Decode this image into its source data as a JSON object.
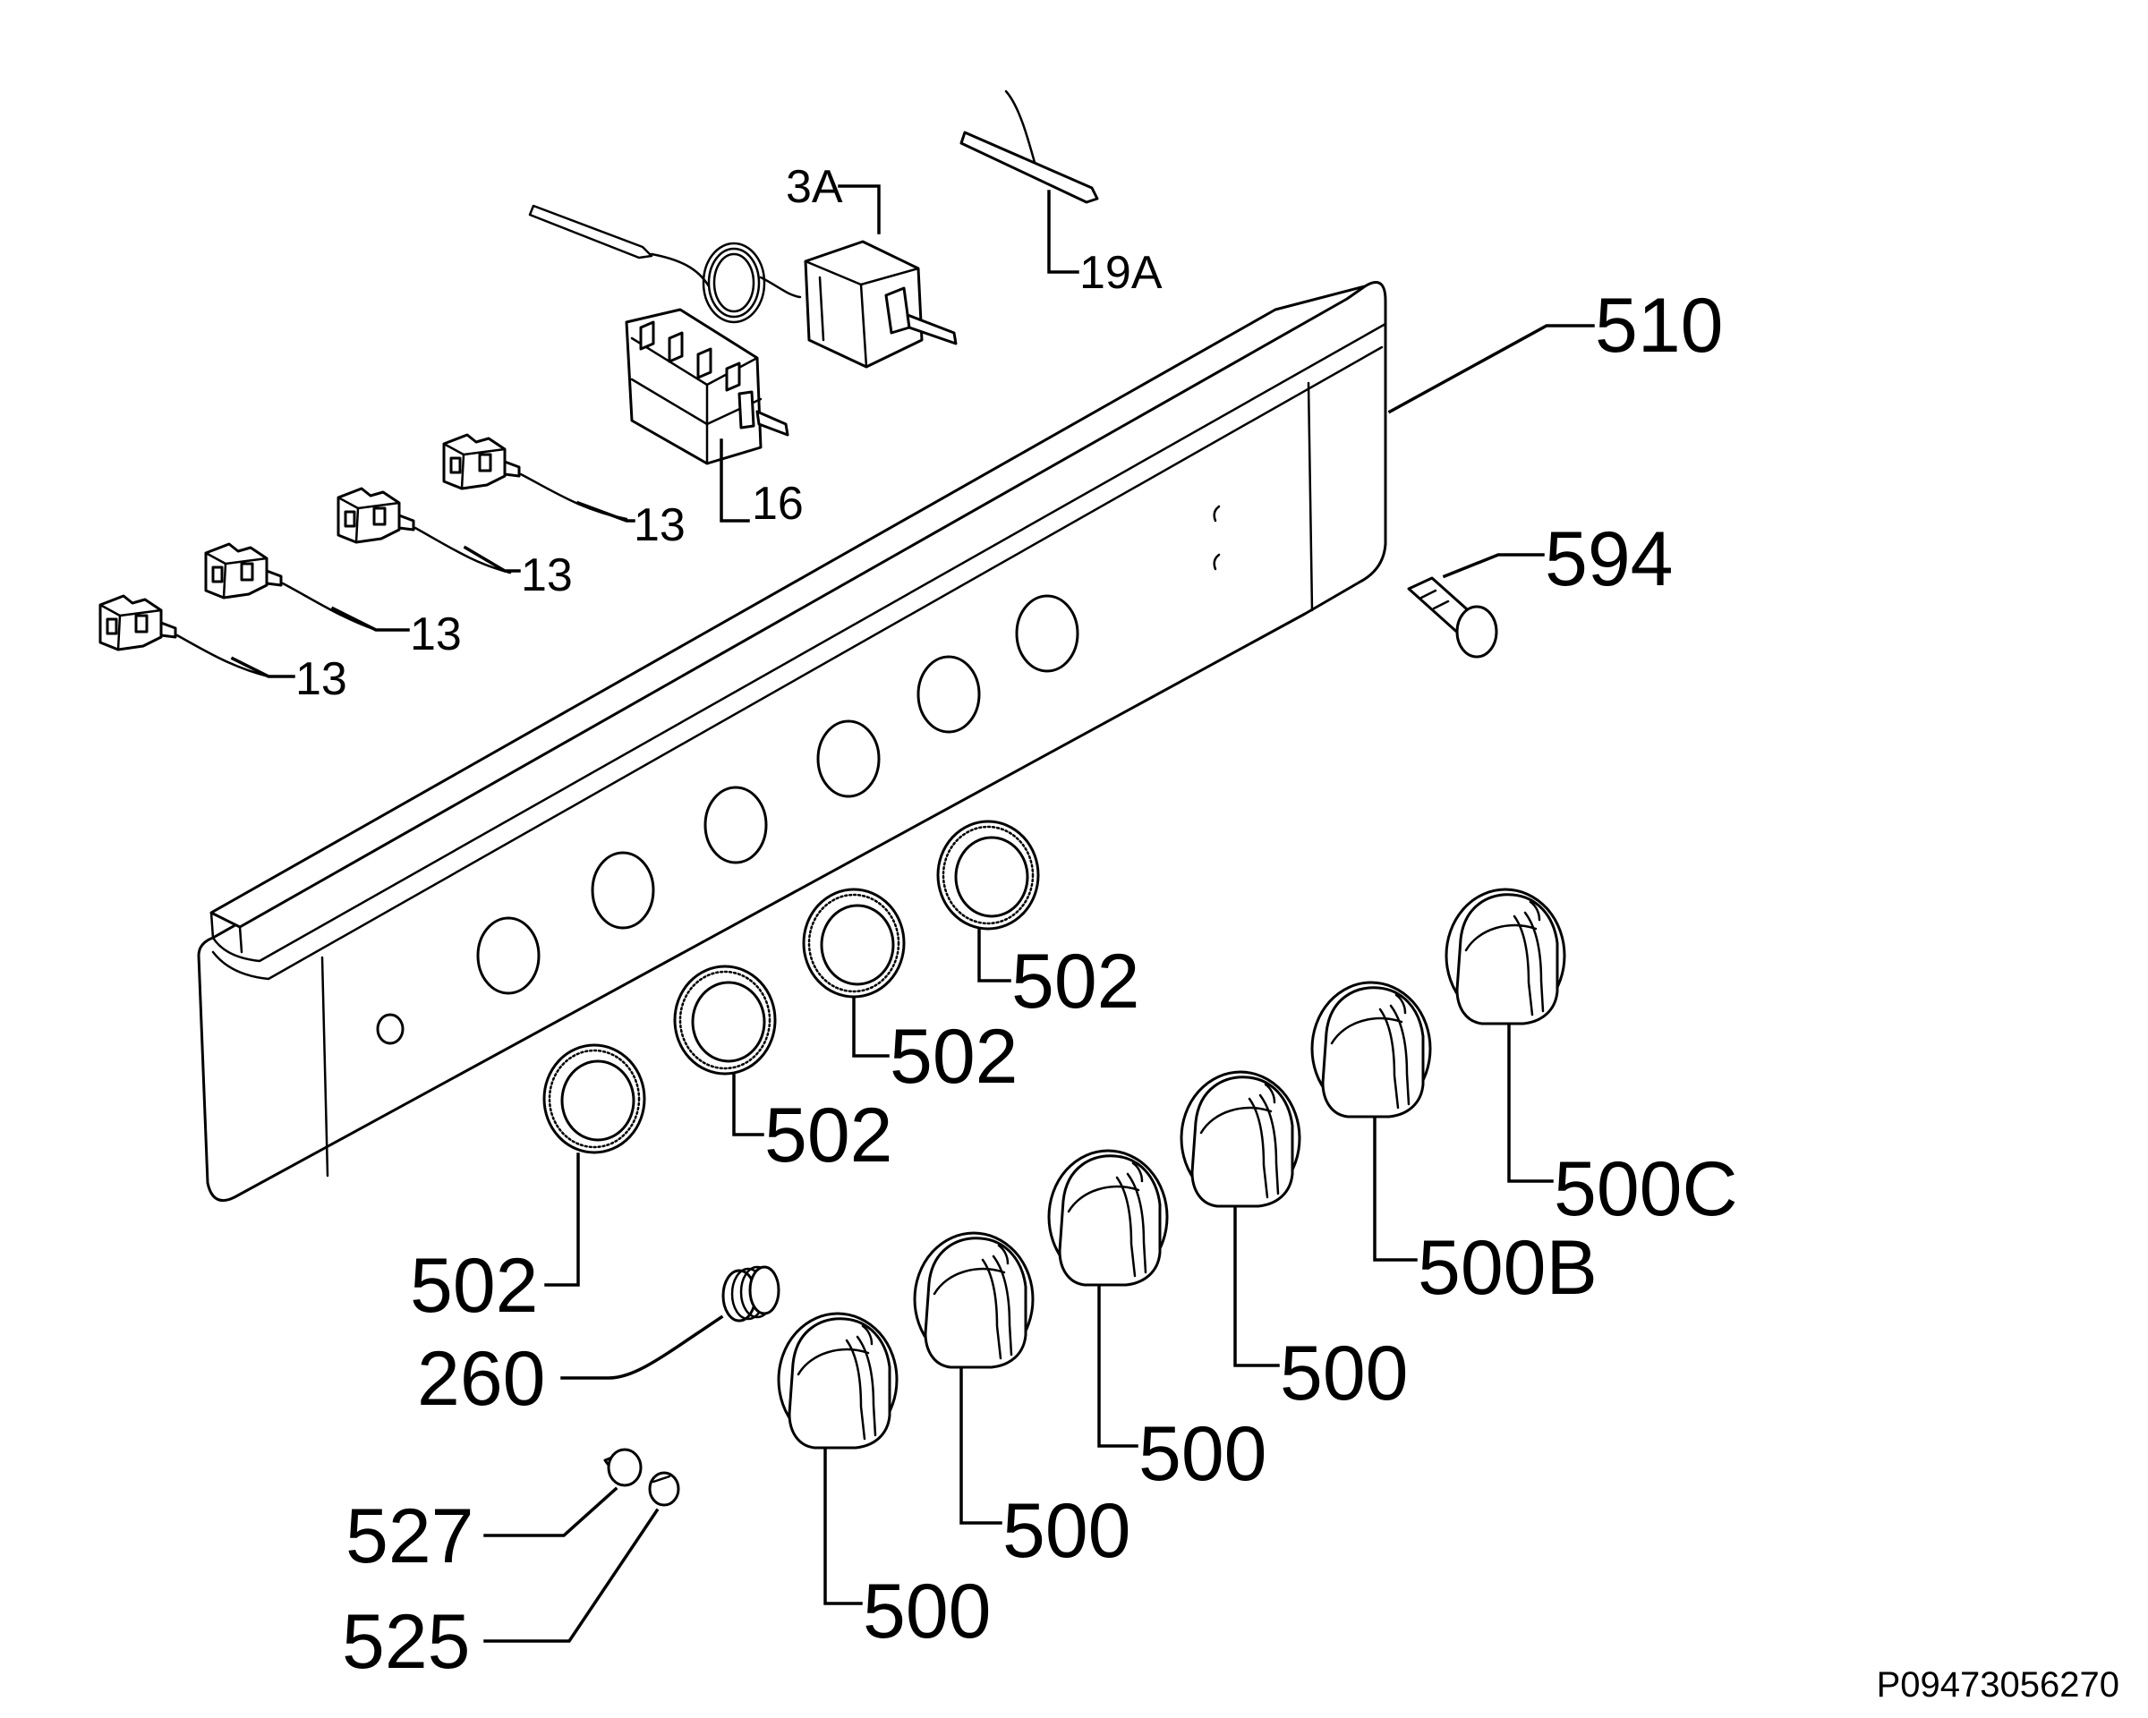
{
  "labels": {
    "thermostat": "3A",
    "sensor": "19A",
    "selector": "16",
    "switch1": "13",
    "switch2": "13",
    "switch3": "13",
    "switch4": "13",
    "panel": "510",
    "lamp": "594",
    "bezel1": "502",
    "bezel2": "502",
    "bezel3": "502",
    "bezel4": "502",
    "spring": "260",
    "cap527": "527",
    "cap525": "525",
    "knob1": "500",
    "knob2": "500",
    "knob3": "500",
    "knob4": "500",
    "knob5": "500B",
    "knob6": "500C"
  },
  "document_id": "P09473056270"
}
